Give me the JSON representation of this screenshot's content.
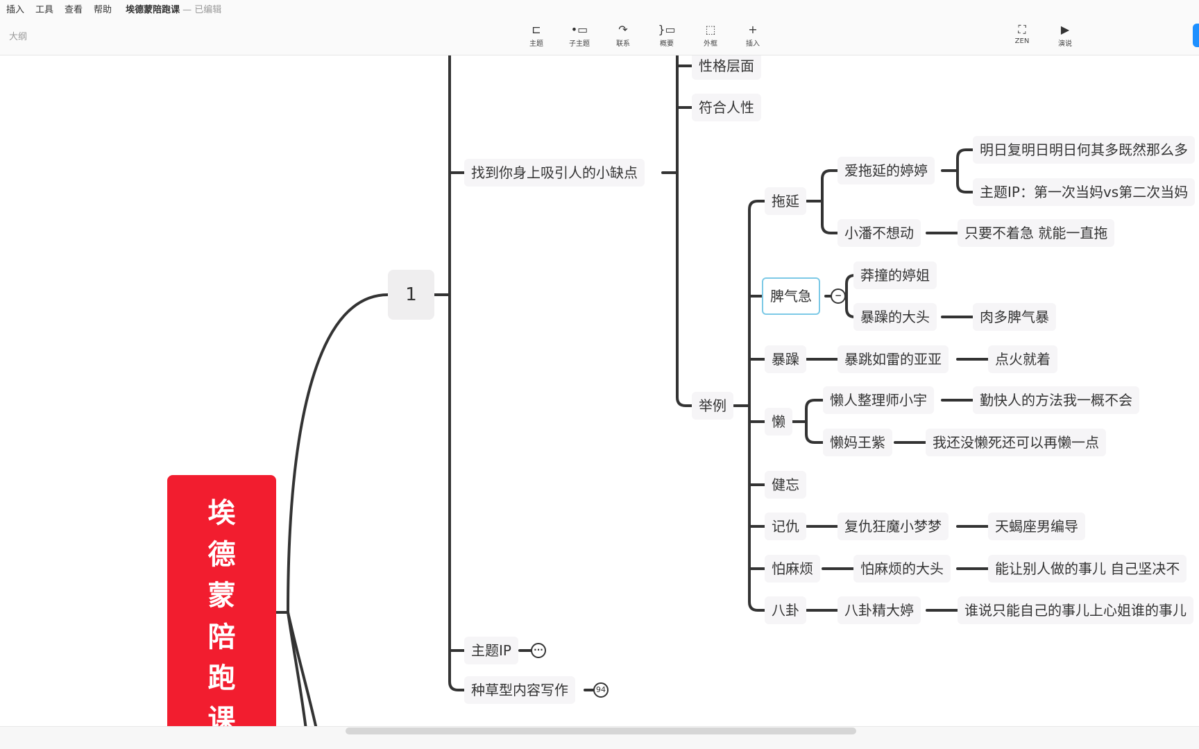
{
  "menubar": {
    "items": [
      "插入",
      "工具",
      "查看",
      "帮助"
    ],
    "doc_title": "埃德蒙陪跑课",
    "status": "— 已编辑"
  },
  "toolbar": {
    "outline": "大纲",
    "buttons": [
      {
        "label": "主题",
        "icon": "topic-icon"
      },
      {
        "label": "子主题",
        "icon": "subtopic-icon"
      },
      {
        "label": "联系",
        "icon": "relationship-icon"
      },
      {
        "label": "概要",
        "icon": "summary-icon"
      },
      {
        "label": "外框",
        "icon": "boundary-icon"
      },
      {
        "label": "插入",
        "icon": "plus-icon"
      },
      {
        "label": "ZEN",
        "icon": "fullscreen-icon"
      },
      {
        "label": "演说",
        "icon": "play-icon"
      }
    ]
  },
  "mindmap": {
    "root": [
      "埃",
      "德",
      "蒙",
      "陪",
      "跑",
      "课"
    ],
    "one": "1",
    "branch_find": "找到你身上吸引人的小缺点",
    "personality": "性格层面",
    "human": "符合人性",
    "examples": "举例",
    "topic_ip": "主题IP",
    "topic_ip_badge": "···",
    "seeding": "种草型内容写作",
    "seeding_badge": "94",
    "procrastinate": {
      "label": "拖延",
      "a": "爱拖延的婷婷",
      "a1": "明日复明日明日何其多既然那么多",
      "a2": "主题IP：第一次当妈vs第二次当妈",
      "b": "小潘不想动",
      "b1": "只要不着急 就能一直拖"
    },
    "temper": {
      "label": "脾气急",
      "a": "莽撞的婷姐",
      "b": "暴躁的大头",
      "b1": "肉多脾气暴"
    },
    "irritable": {
      "label": "暴躁",
      "a": "暴跳如雷的亚亚",
      "a1": "点火就着"
    },
    "lazy": {
      "label": "懒",
      "a": "懒人整理师小宇",
      "a1": "勤快人的方法我一概不会",
      "b": "懒妈王紫",
      "b1": "我还没懒死还可以再懒一点"
    },
    "forgetful": {
      "label": "健忘"
    },
    "grudge": {
      "label": "记仇",
      "a": "复仇狂魔小梦梦",
      "a1": "天蝎座男编导"
    },
    "trouble": {
      "label": "怕麻烦",
      "a": "怕麻烦的大头",
      "a1": "能让别人做的事儿 自己坚决不"
    },
    "gossip": {
      "label": "八卦",
      "a": "八卦精大婷",
      "a1": "谁说只能自己的事儿上心姐谁的事儿"
    }
  }
}
